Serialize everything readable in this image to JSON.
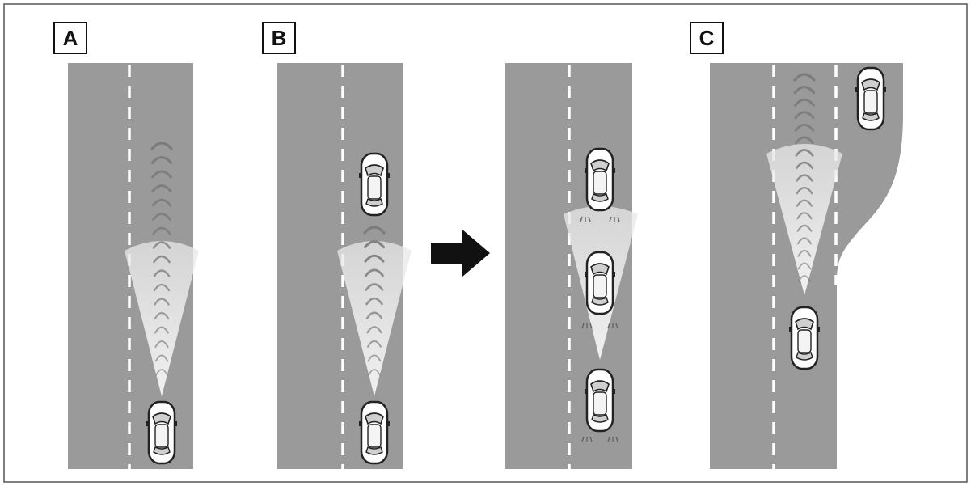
{
  "panels": [
    {
      "id": "A",
      "label": "A"
    },
    {
      "id": "B",
      "label": "B"
    },
    {
      "id": "C",
      "label": "C"
    }
  ],
  "colors": {
    "road": "#9a9a9a",
    "lane_marking": "#ffffff",
    "beam": "#f2f2f2",
    "chevron": "#7a7a7a",
    "car_body": "#ffffff",
    "car_outline": "#222222",
    "arrow": "#111111",
    "frame": "#555555"
  },
  "icons": {
    "vehicle": "car-top-view-icon",
    "transition": "right-arrow-icon",
    "wave": "radar-wave-icon"
  }
}
